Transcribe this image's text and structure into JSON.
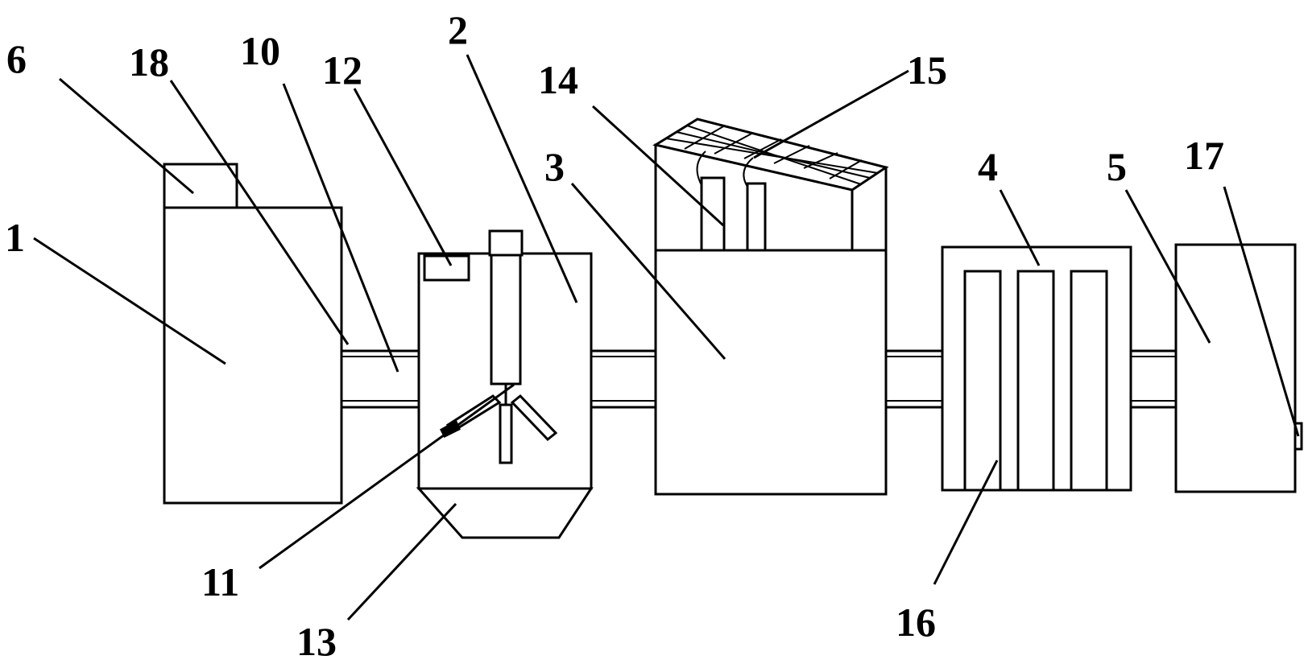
{
  "labels": {
    "l1": "1",
    "l2": "2",
    "l3": "3",
    "l4": "4",
    "l5": "5",
    "l6": "6",
    "l10": "10",
    "l11": "11",
    "l12": "12",
    "l13": "13",
    "l14": "14",
    "l15": "15",
    "l16": "16",
    "l17": "17",
    "l18": "18"
  },
  "colors": {
    "stroke": "#000000",
    "background": "#ffffff"
  }
}
